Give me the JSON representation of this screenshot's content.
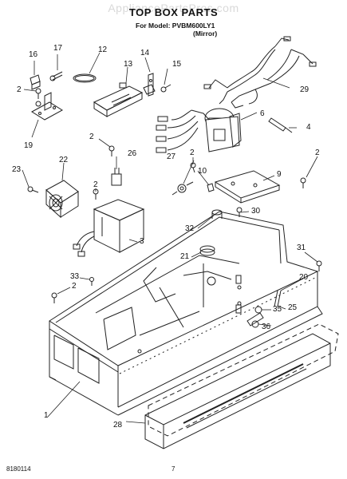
{
  "watermark": "AppliancePartsPros.com",
  "header": {
    "title": "TOP BOX PARTS",
    "model_line": "For Model: PVBM600LY1",
    "variant": "(Mirror)"
  },
  "callouts": [
    "16",
    "17",
    "12",
    "13",
    "14",
    "15",
    "29",
    "2",
    "19",
    "6",
    "4",
    "2",
    "26",
    "2",
    "27",
    "10",
    "9",
    "2",
    "23",
    "22",
    "2",
    "30",
    "32",
    "3",
    "31",
    "21",
    "20",
    "33",
    "2",
    "35",
    "25",
    "36",
    "1",
    "28"
  ],
  "footer": {
    "doc_number": "8180114",
    "page": "7"
  }
}
